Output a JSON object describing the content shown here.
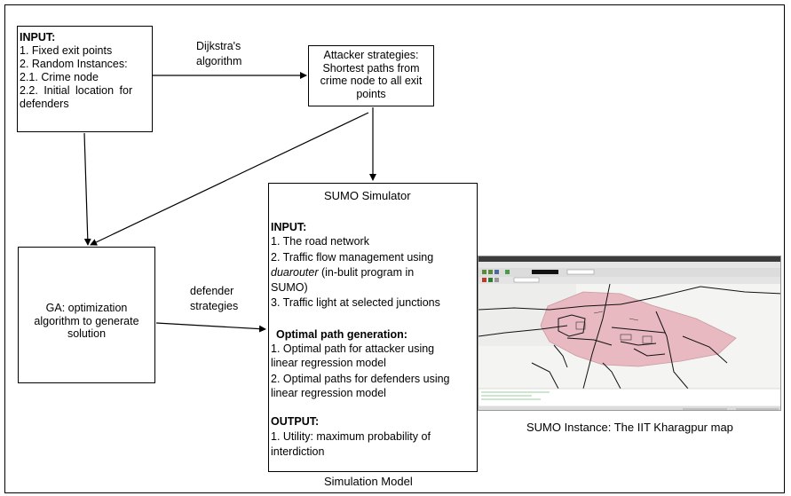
{
  "input_box": {
    "title": "INPUT:",
    "lines": [
      "1. Fixed exit points",
      "2. Random Instances:",
      "2.1. Crime node",
      "2.2. Initial location for",
      "defenders"
    ]
  },
  "dijkstra_label": [
    "Dijkstra's",
    "algorithm"
  ],
  "attacker_box": {
    "lines": [
      "Attacker strategies:",
      "Shortest paths from",
      "crime node to all exit",
      "points"
    ]
  },
  "ga_box": {
    "lines": [
      "GA: optimization",
      "algorithm to generate",
      "solution"
    ]
  },
  "defender_label": [
    "defender",
    "strategies"
  ],
  "sumo_box": {
    "title": "SUMO Simulator",
    "input_heading": "INPUT:",
    "input_lines": {
      "l1": "1. The road network",
      "l2": "2. Traffic flow management using",
      "l3_italic": "duarouter",
      "l3_rest": " (in-bulit program in",
      "l4": "SUMO)",
      "l5": "3. Traffic light at selected junctions"
    },
    "optimal_heading": "Optimal path generation:",
    "optimal_lines": [
      "1. Optimal path for attacker using",
      "linear regression model",
      "2. Optimal paths for defenders  using",
      "linear regression model"
    ],
    "output_heading": "OUTPUT:",
    "output_lines": [
      "1. Utility: maximum probability of",
      "interdiction"
    ]
  },
  "sumo_caption": "SUMO Instance: The IIT Kharagpur map",
  "bottom_caption": "Simulation Model",
  "colors": {
    "line": "#000000",
    "map_region": "#e8b9c0",
    "map_bg": "#f4f4f2"
  }
}
